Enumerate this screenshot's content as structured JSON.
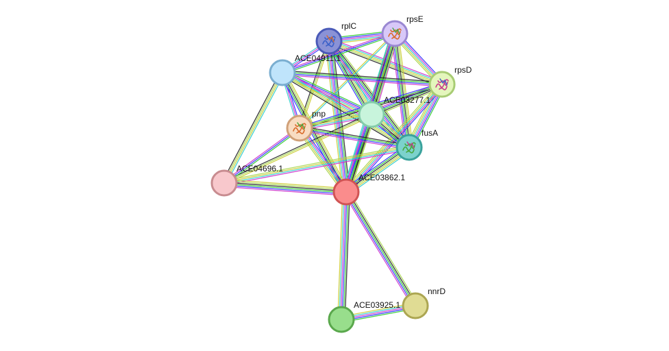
{
  "network": {
    "edge_colors": [
      "#33cc33",
      "#3333ff",
      "#cc33cc",
      "#33cccc",
      "#cccc33",
      "#a8d650",
      "#222222"
    ],
    "nodes": [
      {
        "id": "rplC",
        "label": "rplC",
        "fill": "#8a92d6",
        "stroke": "#4a5ab8",
        "structure": true
      },
      {
        "id": "rpsE",
        "label": "rpsE",
        "fill": "#d8c8f8",
        "stroke": "#9a88d2",
        "structure": true
      },
      {
        "id": "ACE04911.1",
        "label": "ACE04911.1",
        "fill": "#bfe4fb",
        "stroke": "#7aaed0",
        "structure": false
      },
      {
        "id": "rpsD",
        "label": "rpsD",
        "fill": "#e4f6bc",
        "stroke": "#a8cc74",
        "structure": true
      },
      {
        "id": "ACE03277.1",
        "label": "ACE03277.1",
        "fill": "#c8f4dc",
        "stroke": "#84ccaa",
        "structure": false
      },
      {
        "id": "pnp",
        "label": "pnp",
        "fill": "#f8dcc2",
        "stroke": "#d0a078",
        "structure": true
      },
      {
        "id": "fusA",
        "label": "fusA",
        "fill": "#7cd2cc",
        "stroke": "#3aa29c",
        "structure": true
      },
      {
        "id": "ACE04696.1",
        "label": "ACE04696.1",
        "fill": "#f8c8cc",
        "stroke": "#c88c90",
        "structure": false
      },
      {
        "id": "ACE03862.1",
        "label": "ACE03862.1",
        "fill": "#fa8c8c",
        "stroke": "#d05454",
        "structure": false
      },
      {
        "id": "nnrD",
        "label": "nnrD",
        "fill": "#e0dc94",
        "stroke": "#aca652",
        "structure": false
      },
      {
        "id": "ACE03925.1",
        "label": "ACE03925.1",
        "fill": "#98de8c",
        "stroke": "#5aa84c",
        "structure": false
      }
    ],
    "edges": [
      {
        "a": "rplC",
        "b": "rpsE",
        "lines": 5
      },
      {
        "a": "rplC",
        "b": "ACE04911.1",
        "lines": 3
      },
      {
        "a": "rplC",
        "b": "rpsD",
        "lines": 5
      },
      {
        "a": "rplC",
        "b": "ACE03277.1",
        "lines": 6
      },
      {
        "a": "rplC",
        "b": "pnp",
        "lines": 3
      },
      {
        "a": "rplC",
        "b": "fusA",
        "lines": 6
      },
      {
        "a": "rplC",
        "b": "ACE03862.1",
        "lines": 6
      },
      {
        "a": "rpsE",
        "b": "ACE04911.1",
        "lines": 3
      },
      {
        "a": "rpsE",
        "b": "rpsD",
        "lines": 5
      },
      {
        "a": "rpsE",
        "b": "ACE03277.1",
        "lines": 6
      },
      {
        "a": "rpsE",
        "b": "pnp",
        "lines": 2
      },
      {
        "a": "rpsE",
        "b": "fusA",
        "lines": 6
      },
      {
        "a": "rpsE",
        "b": "ACE03862.1",
        "lines": 6
      },
      {
        "a": "ACE04911.1",
        "b": "rpsD",
        "lines": 4
      },
      {
        "a": "ACE04911.1",
        "b": "ACE03277.1",
        "lines": 5
      },
      {
        "a": "ACE04911.1",
        "b": "pnp",
        "lines": 3
      },
      {
        "a": "ACE04911.1",
        "b": "fusA",
        "lines": 5
      },
      {
        "a": "ACE04911.1",
        "b": "ACE04696.1",
        "lines": 4
      },
      {
        "a": "ACE04911.1",
        "b": "ACE03862.1",
        "lines": 5
      },
      {
        "a": "rpsD",
        "b": "ACE03277.1",
        "lines": 5
      },
      {
        "a": "rpsD",
        "b": "pnp",
        "lines": 3
      },
      {
        "a": "rpsD",
        "b": "fusA",
        "lines": 6
      },
      {
        "a": "rpsD",
        "b": "ACE03862.1",
        "lines": 5
      },
      {
        "a": "ACE03277.1",
        "b": "pnp",
        "lines": 4
      },
      {
        "a": "ACE03277.1",
        "b": "fusA",
        "lines": 6
      },
      {
        "a": "ACE03277.1",
        "b": "ACE04696.1",
        "lines": 3
      },
      {
        "a": "ACE03277.1",
        "b": "ACE03862.1",
        "lines": 6
      },
      {
        "a": "pnp",
        "b": "fusA",
        "lines": 4
      },
      {
        "a": "pnp",
        "b": "ACE04696.1",
        "lines": 3
      },
      {
        "a": "pnp",
        "b": "ACE03862.1",
        "lines": 5
      },
      {
        "a": "fusA",
        "b": "ACE04696.1",
        "lines": 4
      },
      {
        "a": "fusA",
        "b": "ACE03862.1",
        "lines": 6
      },
      {
        "a": "ACE04696.1",
        "b": "ACE03862.1",
        "lines": 6
      },
      {
        "a": "ACE03862.1",
        "b": "nnrD",
        "lines": 5
      },
      {
        "a": "ACE03862.1",
        "b": "ACE03925.1",
        "lines": 6
      },
      {
        "a": "nnrD",
        "b": "ACE03925.1",
        "lines": 5
      }
    ]
  }
}
